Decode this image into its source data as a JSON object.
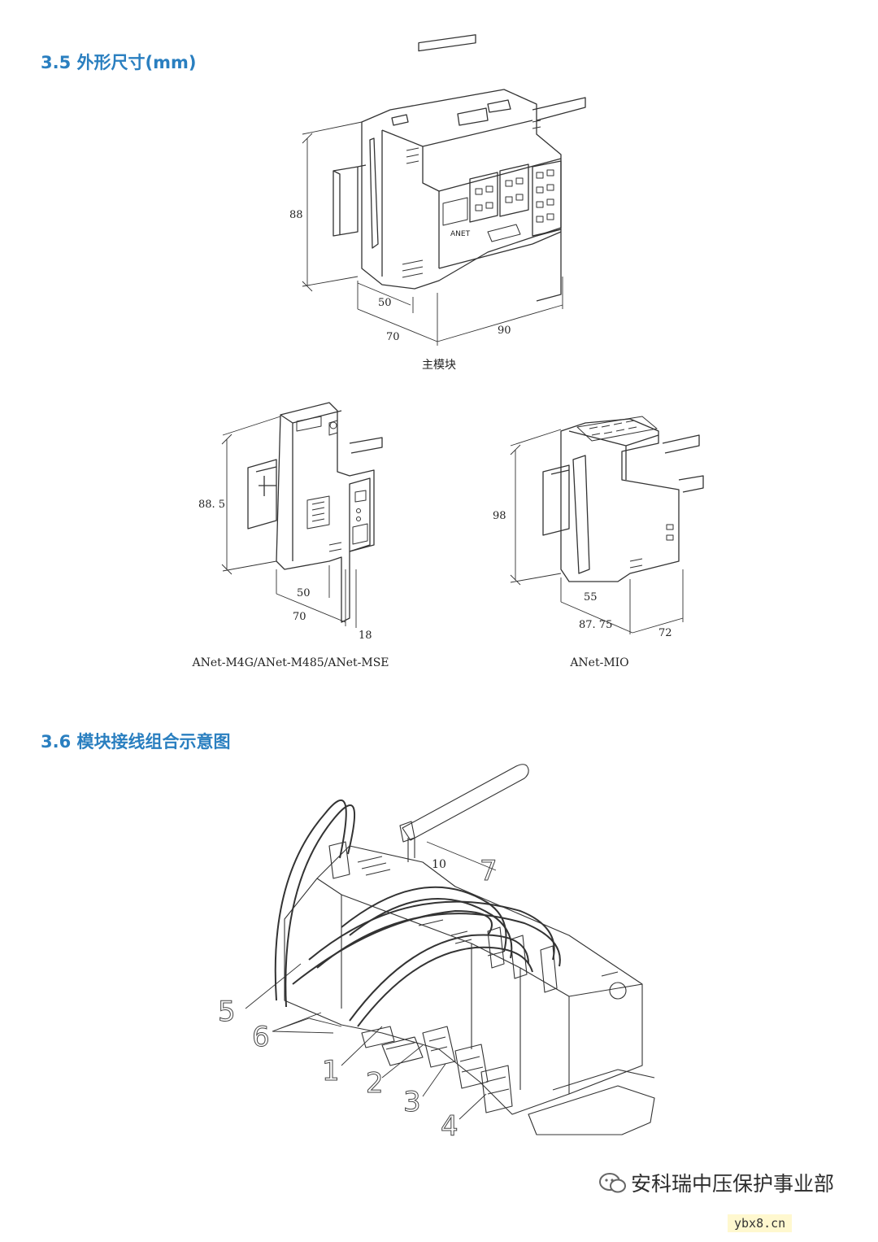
{
  "section_35": {
    "title": "3.5 外形尺寸(mm)"
  },
  "main_module": {
    "dims": {
      "height": "88",
      "width": "50",
      "depth": "70",
      "length": "90"
    },
    "caption": "主模块",
    "label_brand": "ANET"
  },
  "m4g_module": {
    "dims": {
      "height": "88. 5",
      "width": "50",
      "depth": "70",
      "thickness": "18"
    },
    "caption": "ANet-M4G/ANet-M485/ANet-MSE"
  },
  "mio_module": {
    "dims": {
      "height": "98",
      "width": "55",
      "depth": "87. 75",
      "thickness": "72"
    },
    "caption": "ANet-MIO"
  },
  "section_36": {
    "title": "3.6 模块接线组合示意图",
    "callouts": [
      "1",
      "2",
      "3",
      "4",
      "5",
      "6",
      "7"
    ]
  },
  "page_number": "10",
  "watermark": {
    "account": "安科瑞中压保护事业部",
    "site": "ybx8.cn"
  }
}
